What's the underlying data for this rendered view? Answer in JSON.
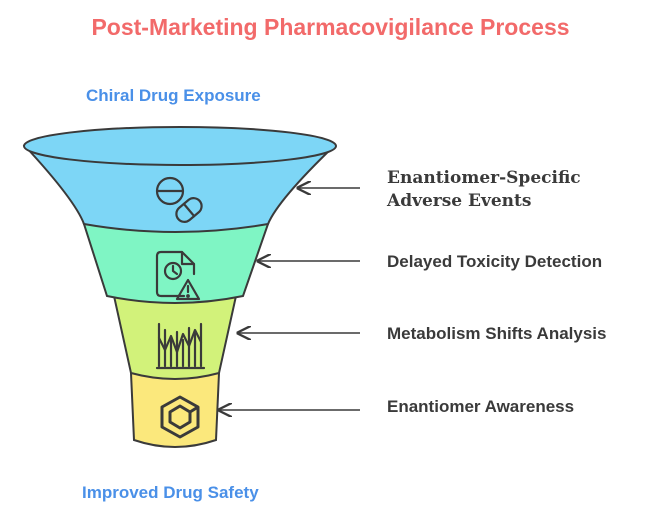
{
  "title": "Post-Marketing Pharmacovigilance Process",
  "top_label": "Chiral Drug Exposure",
  "bottom_label": "Improved Drug Safety",
  "stages": [
    {
      "label_line1": "Enantiomer-Specific",
      "label_line2": "Adverse Events",
      "icon": "pills-icon",
      "color": "#7dd6f6"
    },
    {
      "label": "Delayed Toxicity Detection",
      "icon": "document-clock-warning-icon",
      "color": "#7ff5c4"
    },
    {
      "label": "Metabolism Shifts Analysis",
      "icon": "bar-chart-icon",
      "color": "#d2f27a"
    },
    {
      "label": "Enantiomer Awareness",
      "icon": "hexagon-chain-icon",
      "color": "#fbe87c"
    }
  ],
  "colors": {
    "title": "#f26a6a",
    "accent_label": "#4a90e8",
    "stage_text": "#3a3a3a",
    "outline": "#3a3a3a"
  }
}
